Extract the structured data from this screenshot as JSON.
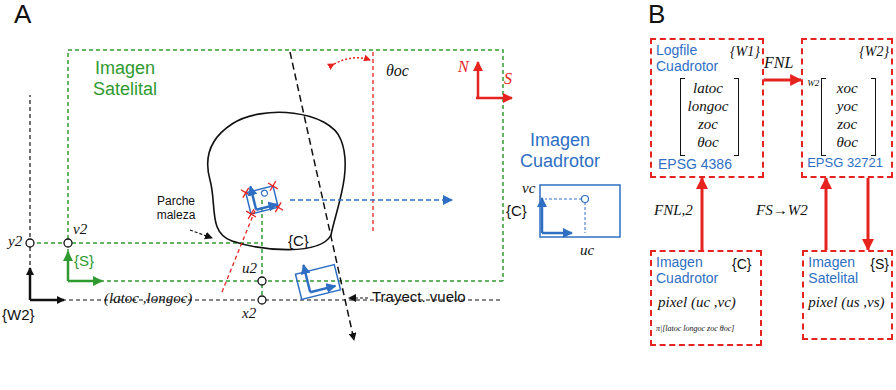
{
  "diagram": {
    "nodes": [
      {
        "text": [
          "Logfile Cuadrotor",
          "{W1}",
          "latoc",
          "longoc",
          "zoc",
          "θoc",
          "EPSG 4386"
        ]
      },
      {
        "text": [
          "{W2}",
          "W2",
          "xoc",
          "yoc",
          "zoc",
          "θoc",
          "EPSG 32721"
        ]
      },
      {
        "text": [
          "Imagen Cuadrotor",
          "{C}",
          "pixel (uc ,vc)",
          "π|[latoc longoc zoc θoc]"
        ]
      },
      {
        "text": [
          "Imagen Satelital",
          "{S}",
          "pixel (us ,vs)"
        ]
      }
    ],
    "edges": [
      {
        "from": 0,
        "to": 1,
        "arrow": "to",
        "label": "FNL"
      },
      {
        "from": 2,
        "to": 0,
        "arrow": "to",
        "label": "FNL,2"
      },
      {
        "from": 1,
        "to": 3,
        "arrow": "to"
      },
      {
        "from": 3,
        "to": 1,
        "arrow": "to",
        "label": "FS→W2"
      }
    ],
    "labels": [
      "A",
      "B",
      "Imagen Satelital",
      "θoc",
      "N",
      "S",
      "Parche maleza",
      "Imagen Cuadrotor",
      "vc",
      "uc",
      "{C}",
      "y2",
      "v2",
      "(latoc ,longoc)",
      "{C}",
      "Trayect. vuelo",
      "{W2}",
      "{S}",
      "u2",
      "x2"
    ]
  }
}
